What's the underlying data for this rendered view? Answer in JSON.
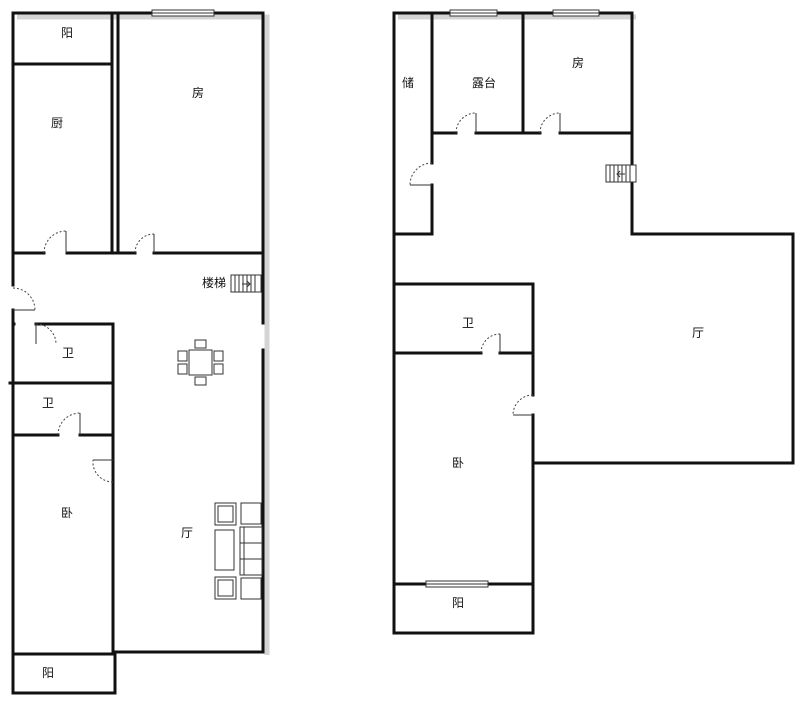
{
  "floor1": {
    "balcony_top": "阳",
    "kitchen": "厨",
    "bedroom_top": "房",
    "stairs": "楼梯",
    "bath_1": "卫",
    "bath_2": "卫",
    "bedroom": "卧",
    "living": "厅",
    "balcony_bottom": "阳"
  },
  "floor2": {
    "storage": "储",
    "terrace": "露台",
    "bedroom_top": "房",
    "bath": "卫",
    "living": "厅",
    "bedroom": "卧",
    "balcony": "阳"
  }
}
